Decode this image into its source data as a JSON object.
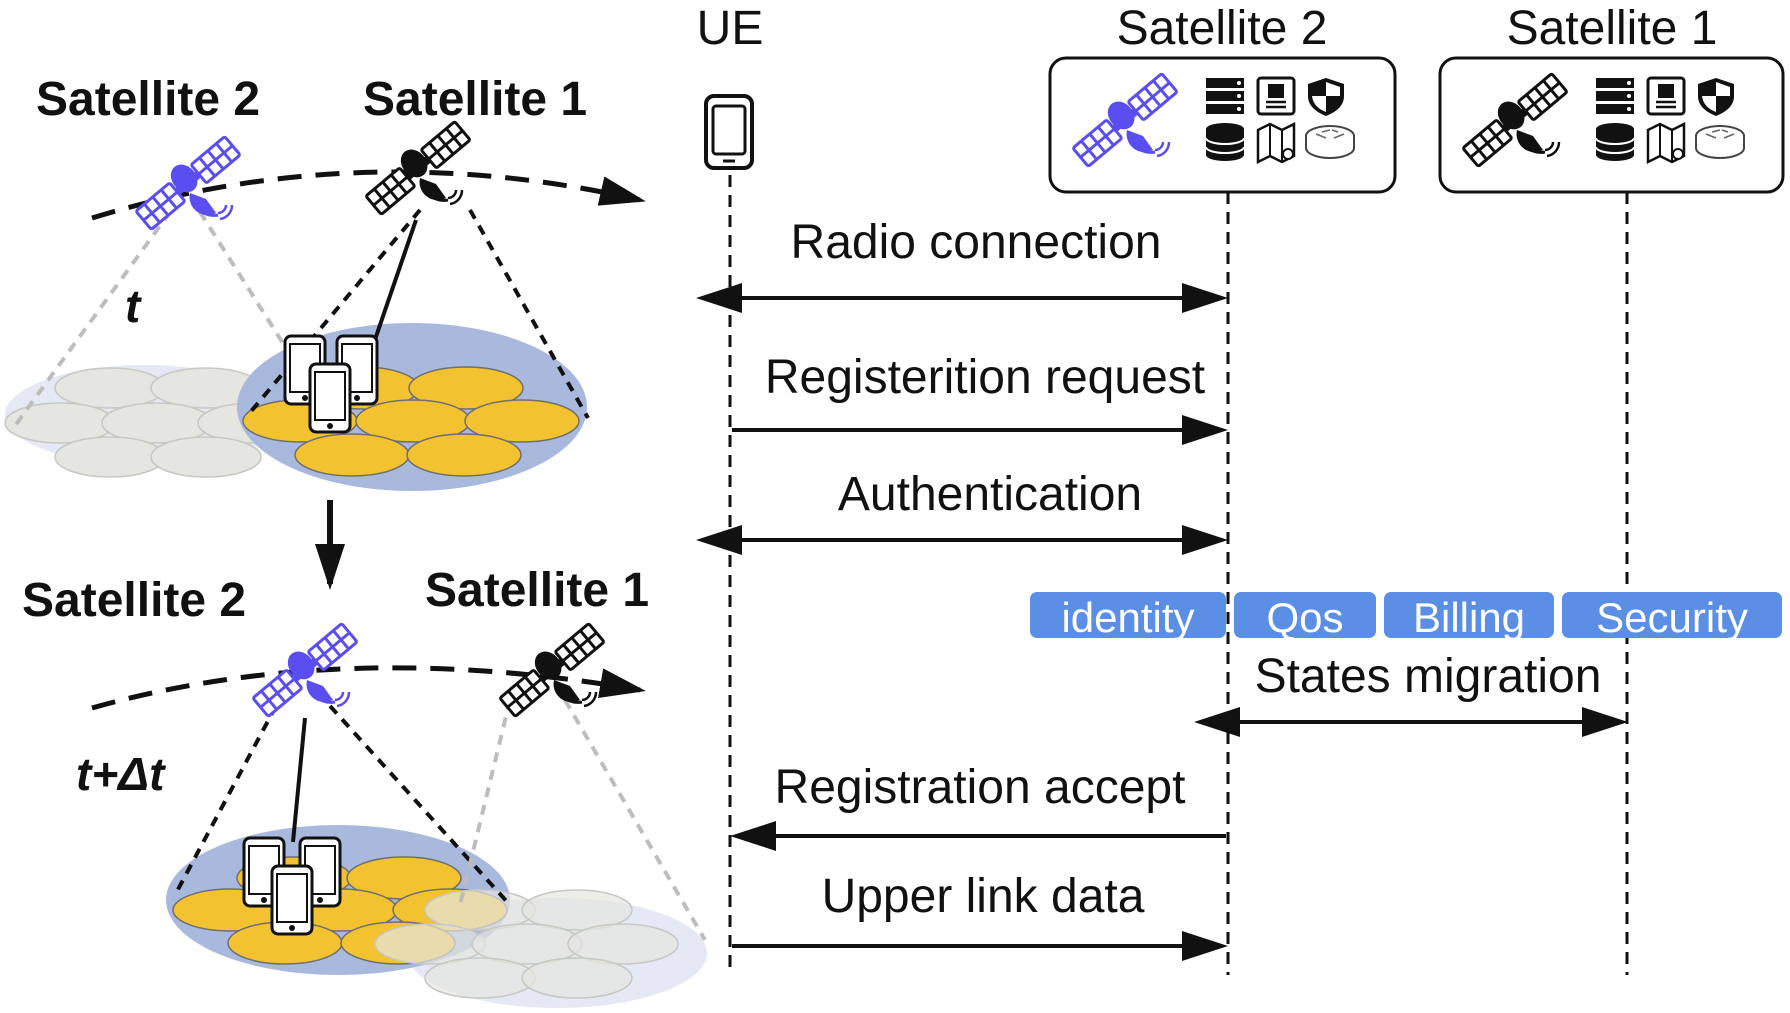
{
  "left_panel": {
    "top": {
      "satellite_2_label": "Satellite 2",
      "satellite_1_label": "Satellite 1",
      "time_label": "t"
    },
    "bottom": {
      "satellite_2_label": "Satellite 2",
      "satellite_1_label": "Satellite 1",
      "time_label": "t+Δt"
    }
  },
  "sequence": {
    "lanes": {
      "ue": "UE",
      "satellite_2": "Satellite 2",
      "satellite_1": "Satellite 1"
    },
    "messages": {
      "radio_connection": "Radio connection",
      "registration_request": "Registerition request",
      "authentication": "Authentication",
      "states_migration": "States migration",
      "registration_accept": "Registration accept",
      "upper_link_data": "Upper link data"
    },
    "state_chips": [
      "identity",
      "Qos",
      "Billing",
      "Security"
    ]
  },
  "colors": {
    "highlight_blue": "#5b4ef0",
    "chip_blue": "#5b8fe6",
    "beam_yellow": "#f2c230",
    "footprint_blue": "#a9b8dd",
    "cell_grey": "#e6e6e1"
  }
}
